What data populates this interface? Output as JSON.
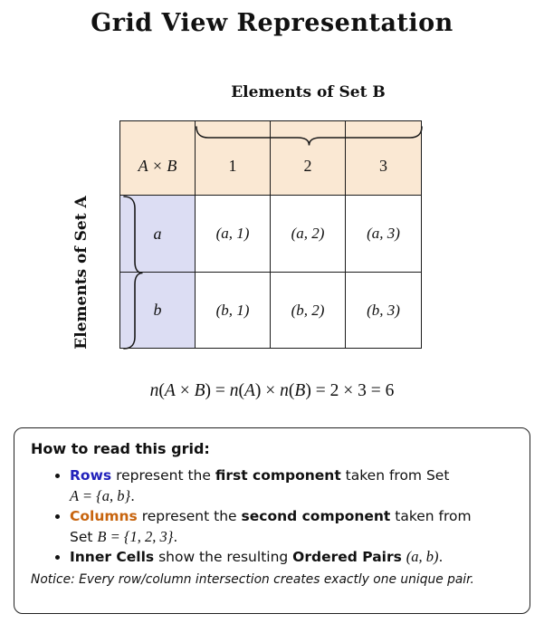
{
  "title": "Grid View Representation",
  "axis_labels": {
    "set_b": "Elements of Set B",
    "set_a": "Elements of Set A"
  },
  "table": {
    "corner_label": "A × B",
    "col_headers": [
      "1",
      "2",
      "3"
    ],
    "rows": [
      {
        "label": "a",
        "cells": [
          "(a, 1)",
          "(a, 2)",
          "(a, 3)"
        ]
      },
      {
        "label": "b",
        "cells": [
          "(b, 1)",
          "(b, 2)",
          "(b, 3)"
        ]
      }
    ]
  },
  "formula": {
    "segments": [
      [
        "it",
        "n"
      ],
      [
        "up",
        "("
      ],
      [
        "it",
        "A"
      ],
      [
        "up",
        " × "
      ],
      [
        "it",
        "B"
      ],
      [
        "up",
        ") = "
      ],
      [
        "it",
        "n"
      ],
      [
        "up",
        "("
      ],
      [
        "it",
        "A"
      ],
      [
        "up",
        ") × "
      ],
      [
        "it",
        "n"
      ],
      [
        "up",
        "("
      ],
      [
        "it",
        "B"
      ],
      [
        "up",
        ") = 2 × 3 = 6"
      ]
    ]
  },
  "info_box": {
    "heading": "How to read this grid:",
    "bullets": [
      {
        "segments": [
          [
            "bblue",
            "Rows"
          ],
          [
            "n",
            " represent the "
          ],
          [
            "b",
            "first component"
          ],
          [
            "n",
            " taken from Set"
          ],
          [
            "br",
            ""
          ],
          [
            "math",
            "A = {a, b}"
          ],
          [
            "n",
            "."
          ]
        ]
      },
      {
        "segments": [
          [
            "borange",
            "Columns"
          ],
          [
            "n",
            " represent the "
          ],
          [
            "b",
            "second component"
          ],
          [
            "n",
            " taken from"
          ],
          [
            "br",
            ""
          ],
          [
            "n",
            "Set "
          ],
          [
            "math",
            "B = {1, 2, 3}"
          ],
          [
            "n",
            "."
          ]
        ]
      },
      {
        "segments": [
          [
            "b",
            "Inner Cells"
          ],
          [
            "n",
            " show the resulting "
          ],
          [
            "b",
            "Ordered Pairs"
          ],
          [
            "n",
            " "
          ],
          [
            "math",
            "(a, b)"
          ],
          [
            "n",
            "."
          ]
        ]
      }
    ],
    "notice": "Notice: Every row/column intersection creates exactly one unique pair."
  },
  "colors": {
    "header_bg": "#FAE8D3",
    "row_label_bg": "#DCDDF3",
    "rows_blue": "#2222BB",
    "columns_orange": "#C8650F",
    "border": "#1A1A1A"
  }
}
